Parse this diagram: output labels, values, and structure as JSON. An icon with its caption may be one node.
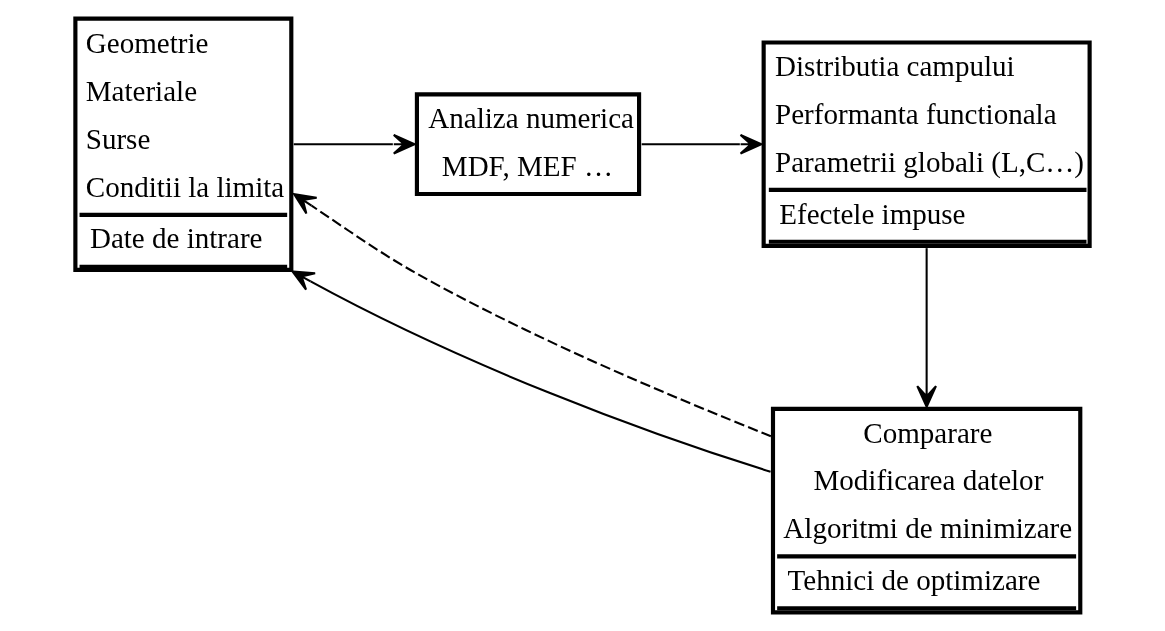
{
  "diagram": {
    "nodes": [
      {
        "text": [
          "Geometrie",
          "Materiale",
          "Surse",
          "Conditii la limita",
          "Date de intrare"
        ]
      },
      {
        "text": [
          "Analiza numerica",
          "MDF, MEF …"
        ]
      },
      {
        "text": [
          "Distributia campului",
          "Performanta functionala",
          "Parametrii globali (L,C…)",
          "Efectele impuse"
        ]
      },
      {
        "text": [
          "Comparare",
          "Modificarea datelor",
          "Algoritmi de minimizare",
          "Tehnici de optimizare"
        ]
      }
    ],
    "edges": [
      {
        "from": 0,
        "to": 1,
        "arrow": "to"
      },
      {
        "from": 1,
        "to": 2,
        "arrow": "to"
      },
      {
        "from": 2,
        "to": 3,
        "arrow": "to"
      },
      {
        "from": 3,
        "to": 0,
        "arrow": "to"
      },
      {
        "from": 3,
        "to": 0,
        "arrow": "to",
        "style": "dashed"
      }
    ]
  }
}
